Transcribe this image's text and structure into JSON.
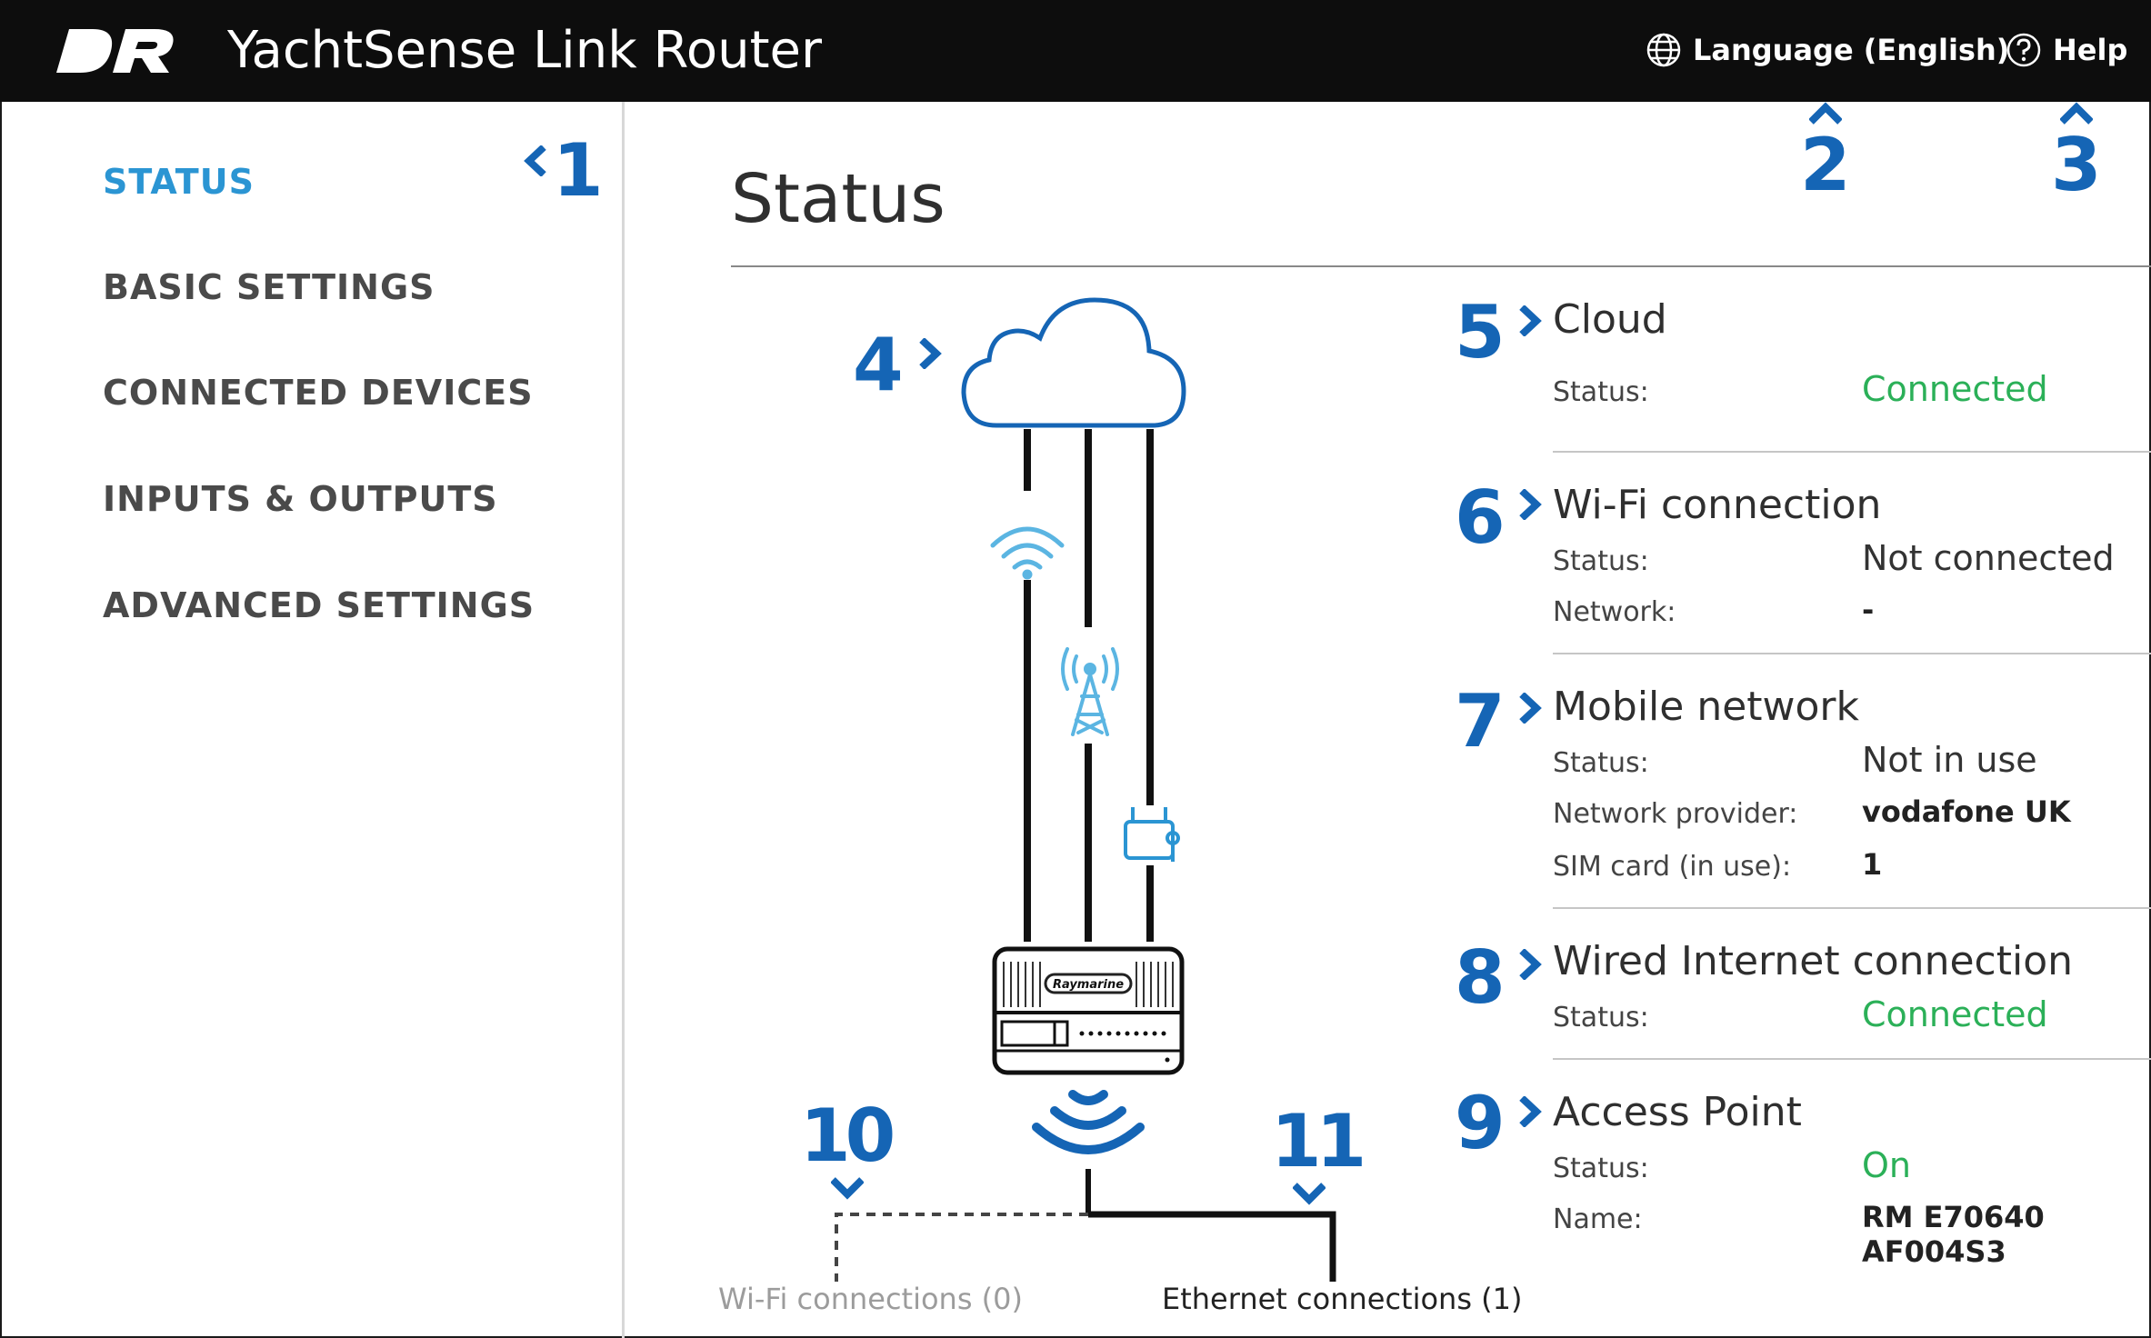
{
  "header": {
    "title": "YachtSense Link Router",
    "language_label": "Language (English)",
    "help_label": "Help"
  },
  "sidebar": {
    "items": [
      {
        "label": "STATUS",
        "active": true
      },
      {
        "label": "BASIC SETTINGS",
        "active": false
      },
      {
        "label": "CONNECTED DEVICES",
        "active": false
      },
      {
        "label": "INPUTS & OUTPUTS",
        "active": false
      },
      {
        "label": "ADVANCED SETTINGS",
        "active": false
      }
    ]
  },
  "main": {
    "title": "Status",
    "sections": {
      "cloud": {
        "title": "Cloud",
        "status_label": "Status:",
        "status_value": "Connected"
      },
      "wifi": {
        "title": "Wi-Fi connection",
        "status_label": "Status:",
        "status_value": "Not connected",
        "network_label": "Network:",
        "network_value": "-"
      },
      "mobile": {
        "title": "Mobile network",
        "status_label": "Status:",
        "status_value": "Not in use",
        "provider_label": "Network provider:",
        "provider_value": "vodafone UK",
        "sim_label": "SIM card (in use):",
        "sim_value": "1"
      },
      "wired": {
        "title": "Wired Internet connection",
        "status_label": "Status:",
        "status_value": "Connected"
      },
      "ap": {
        "title": "Access Point",
        "status_label": "Status:",
        "status_value": "On",
        "name_label": "Name:",
        "name_value": "RM E70640 AF004S3"
      }
    },
    "diagram": {
      "device_brand": "Raymarine",
      "wifi_connections": "Wi-Fi connections (0)",
      "ethernet_connections": "Ethernet connections (1)"
    }
  },
  "callouts": [
    "1",
    "2",
    "3",
    "4",
    "5",
    "6",
    "7",
    "8",
    "9",
    "10",
    "11"
  ],
  "colors": {
    "header_bg": "#0d0d0d",
    "active_nav": "#2b95d3",
    "callout_blue": "#1565b5",
    "connected_green": "#2bb058",
    "icon_blue": "#2b95d3"
  }
}
